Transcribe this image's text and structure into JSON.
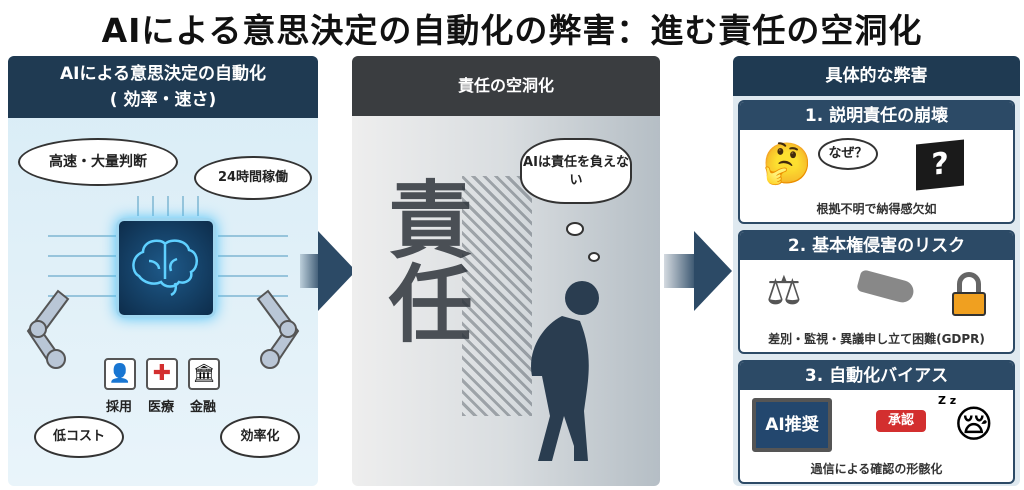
{
  "title": "AIによる意思決定の自動化の弊害：進む責任の空洞化",
  "left": {
    "header_line1": "AIによる意思決定の自動化",
    "header_line2": "( 効率・速さ)",
    "bubbles": [
      "高速・大量判断",
      "24時間稼働",
      "低コスト",
      "効率化"
    ],
    "domains": [
      "採用",
      "医療",
      "金融"
    ]
  },
  "middle": {
    "header": "責任の空洞化",
    "big_text": "責任",
    "thought": "AIは責任を負えない"
  },
  "right": {
    "header": "具体的な弊害",
    "sections": [
      {
        "title": "1. 説明責任の崩壊",
        "bubble": "なぜ？",
        "box": "?",
        "caption": "根拠不明で納得感欠如"
      },
      {
        "title": "2. 基本権侵害のリスク",
        "caption": "差別・監視・異議申し立て困難(GDPR)"
      },
      {
        "title": "3. 自動化バイアス",
        "screen": "AI推奨",
        "button": "承認",
        "zzz": "Z z",
        "caption": "過信による確認の形骸化"
      }
    ]
  }
}
